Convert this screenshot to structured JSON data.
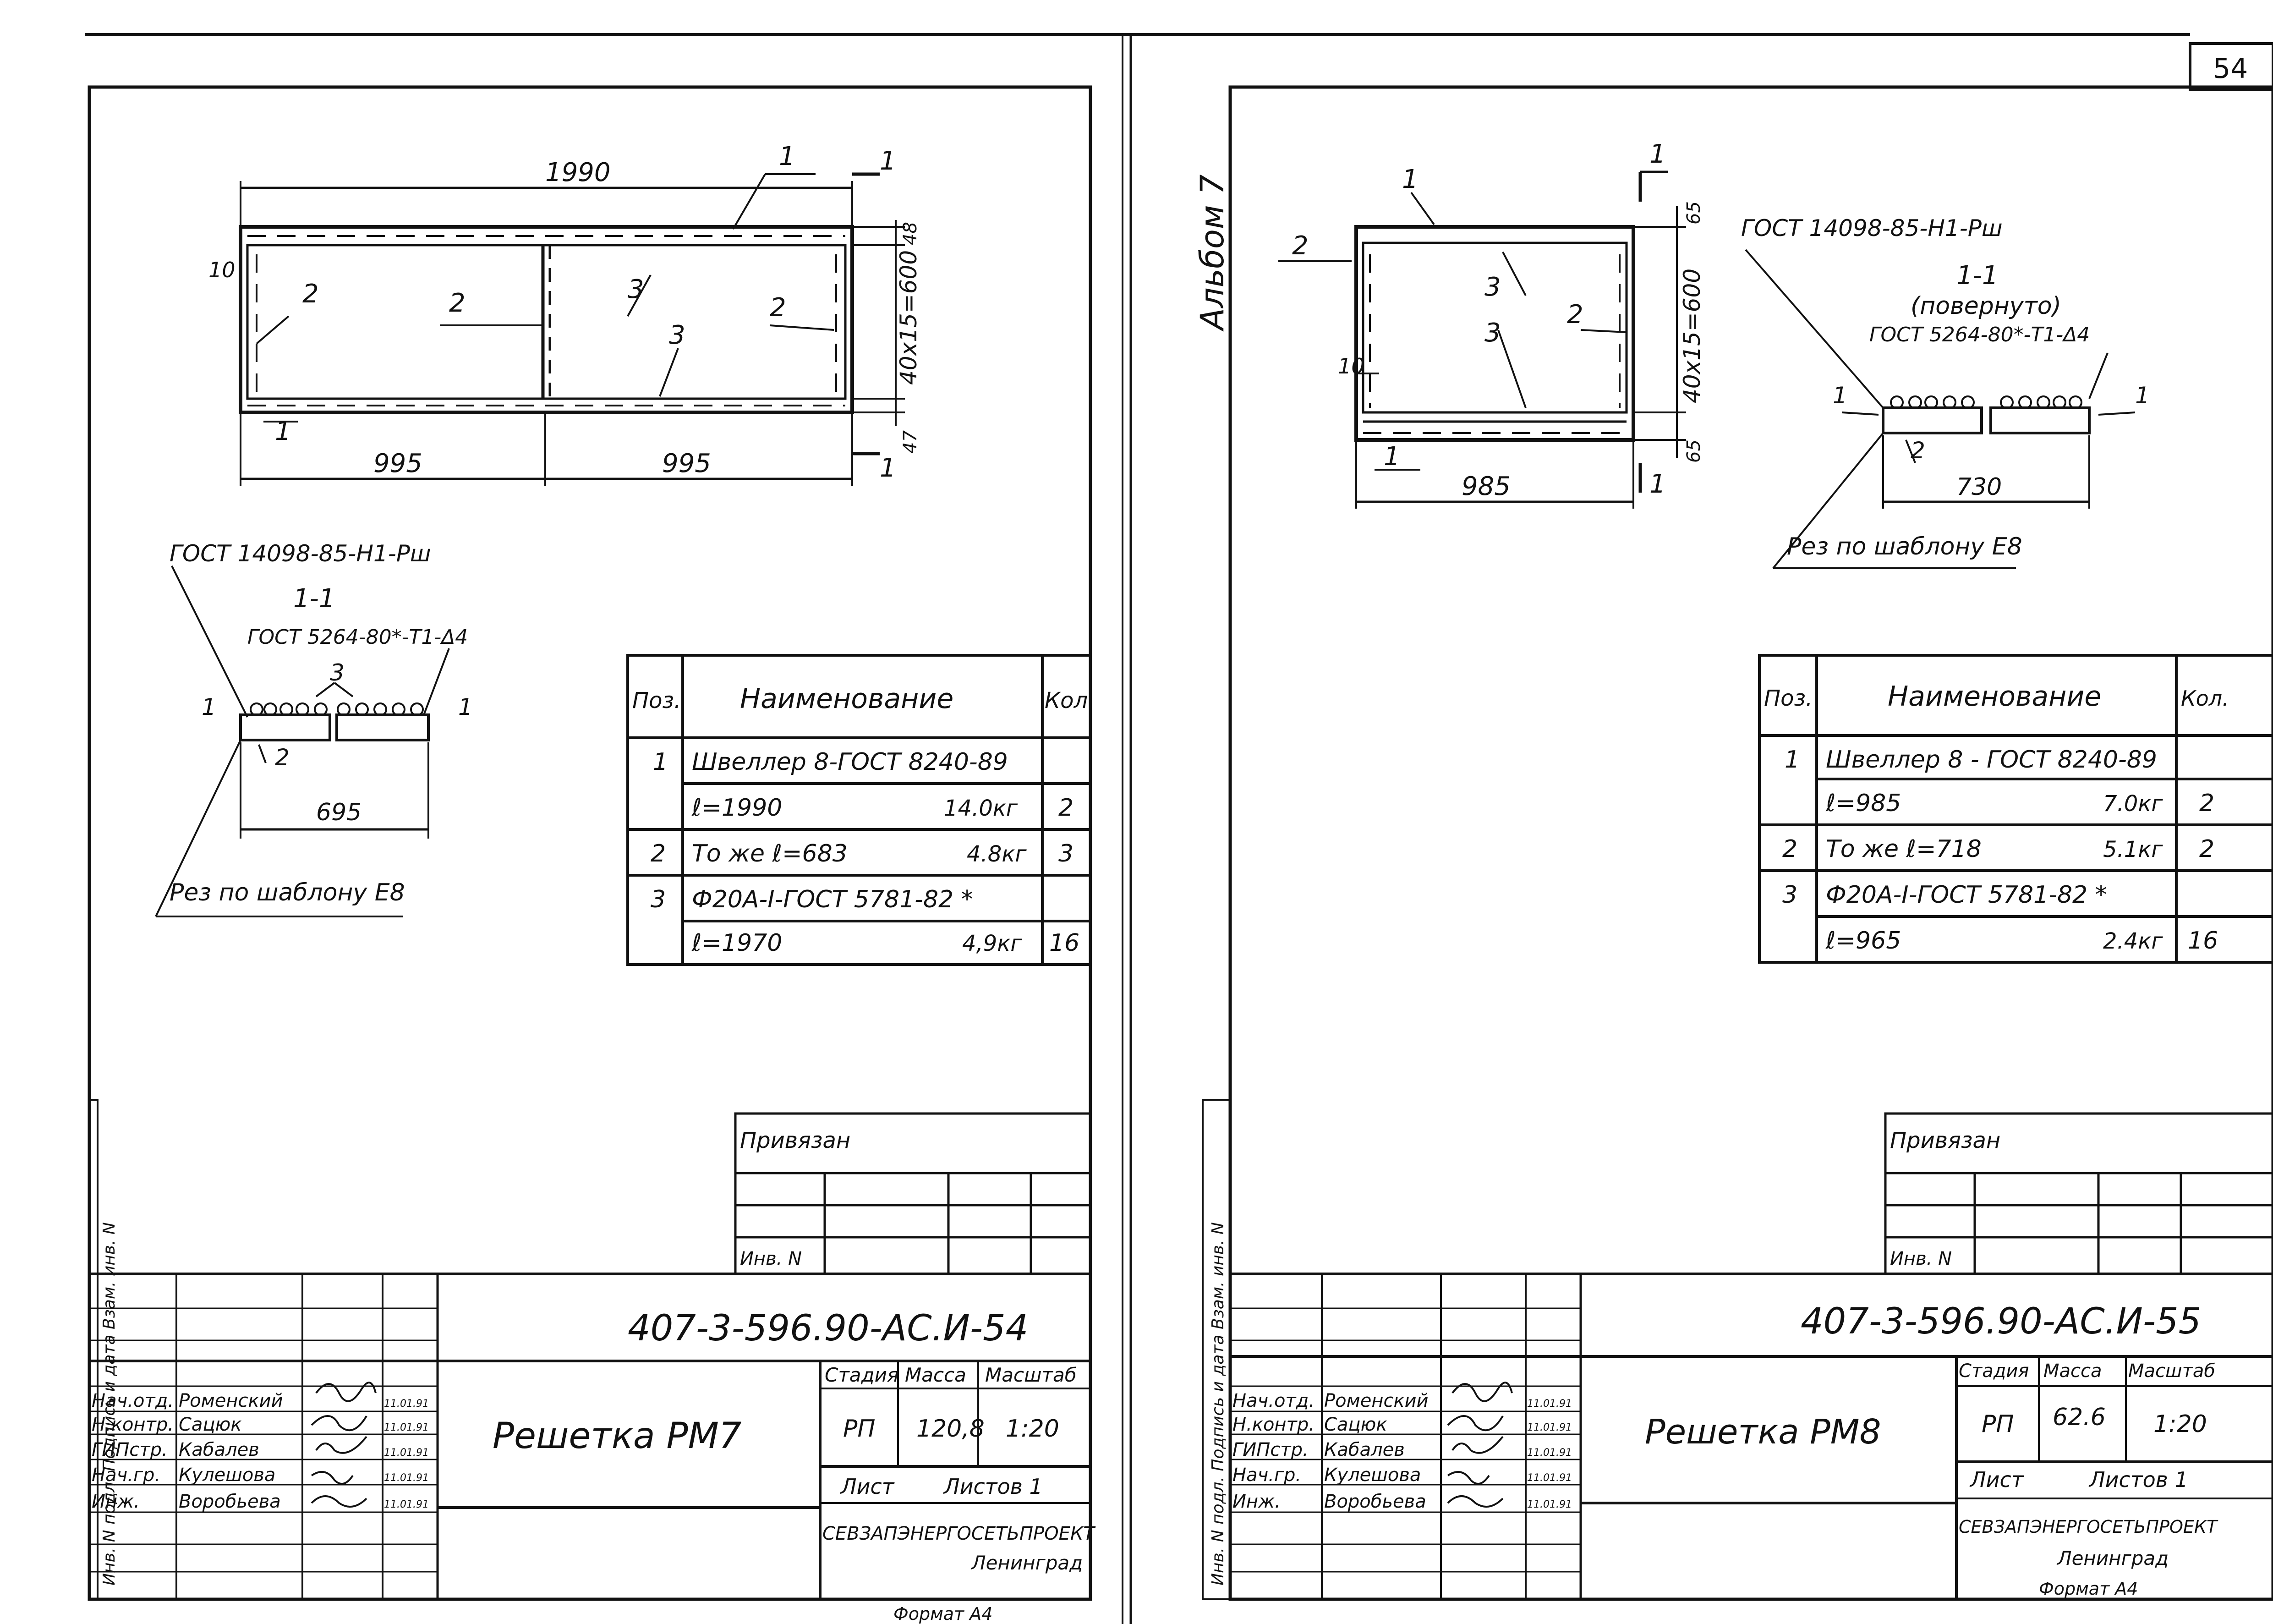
{
  "page_number": "54",
  "album": "Альбом 7",
  "left_drawing": {
    "dims": {
      "overall": "1990",
      "bay_left": "995",
      "bay_right": "995",
      "height": "40x15=600",
      "top_offset": "48",
      "bottom_offset": "47",
      "end_gap": "10"
    },
    "callouts": {
      "pos1": "1",
      "pos2": "2",
      "pos3": "3"
    },
    "section_mark": "1",
    "section": {
      "weld_spec": "ГОСТ 14098-85-Н1-Рш",
      "title": "1-1",
      "weld_spec2": "ГОСТ 5264-80*-Т1-Δ4",
      "pos1": "1",
      "pos2": "2",
      "pos3": "3",
      "width": "695",
      "cut_note": "Рез по шаблону Е8"
    },
    "spec_table": {
      "headers": {
        "pos": "Поз.",
        "name": "Наименование",
        "qty": "Кол"
      },
      "rows": [
        {
          "pos": "1",
          "name": "Швеллер 8-ГОСТ 8240-89",
          "mass": "",
          "qty": ""
        },
        {
          "pos": "",
          "name": "ℓ=1990",
          "mass": "14.0кг",
          "qty": "2"
        },
        {
          "pos": "2",
          "name": "То же  ℓ=683",
          "mass": "4.8кг",
          "qty": "3"
        },
        {
          "pos": "3",
          "name": "Ф20А-I-ГОСТ 5781-82 *",
          "mass": "",
          "qty": ""
        },
        {
          "pos": "",
          "name": "ℓ=1970",
          "mass": "4,9кг",
          "qty": "16"
        }
      ]
    },
    "privyazan": {
      "label": "Привязан",
      "inv": "Инв. N"
    },
    "title_block": {
      "code": "407-3-596.90-АС.И-54",
      "title": "Решетка РМ7",
      "stage_label": "Стадия",
      "mass_label": "Масса",
      "scale_label": "Масштаб",
      "stage": "РП",
      "mass": "120,8",
      "scale": "1:20",
      "sheet_label": "Лист",
      "sheets_label": "Листов 1",
      "org": "СЕВЗАПЭНЕРГОСЕТЬПРОЕКТ",
      "city": "Ленинград",
      "format": "Формат А4",
      "staff": [
        {
          "role": "Нач.отд.",
          "name": "Роменский",
          "date": "11.01.91"
        },
        {
          "role": "Н.контр.",
          "name": "Сацюк",
          "date": "11.01.91"
        },
        {
          "role": "ГИПстр.",
          "name": "Кабалев",
          "date": "11.01.91"
        },
        {
          "role": "Нач.гр.",
          "name": "Кулешова",
          "date": "11.01.91"
        },
        {
          "role": "Инж.",
          "name": "Воробьева",
          "date": "11.01.91"
        }
      ]
    },
    "side_stamp": "Инв. N подл.   Подпись и дата   Взам. инв. N"
  },
  "right_drawing": {
    "dims": {
      "overall": "985",
      "height": "40x15=600",
      "top_offset": "65",
      "bottom_offset": "65",
      "end_gap": "10"
    },
    "callouts": {
      "pos1": "1",
      "pos2": "2",
      "pos3": "3"
    },
    "section_mark": "1",
    "section": {
      "weld_spec": "ГОСТ 14098-85-Н1-Рш",
      "title": "1-1",
      "subtitle": "(повернуто)",
      "weld_spec2": "ГОСТ 5264-80*-Т1-Δ4",
      "pos1": "1",
      "pos2": "2",
      "width": "730",
      "cut_note": "Рез по шаблону Е8"
    },
    "spec_table": {
      "headers": {
        "pos": "Поз.",
        "name": "Наименование",
        "qty": "Кол."
      },
      "rows": [
        {
          "pos": "1",
          "name": "Швеллер 8 - ГОСТ 8240-89",
          "mass": "",
          "qty": ""
        },
        {
          "pos": "",
          "name": "ℓ=985",
          "mass": "7.0кг",
          "qty": "2"
        },
        {
          "pos": "2",
          "name": "То же  ℓ=718",
          "mass": "5.1кг",
          "qty": "2"
        },
        {
          "pos": "3",
          "name": "Ф20А-I-ГОСТ 5781-82 *",
          "mass": "",
          "qty": ""
        },
        {
          "pos": "",
          "name": "ℓ=965",
          "mass": "2.4кг",
          "qty": "16"
        }
      ]
    },
    "privyazan": {
      "label": "Привязан",
      "inv": "Инв. N"
    },
    "title_block": {
      "code": "407-3-596.90-АС.И-55",
      "title": "Решетка РМ8",
      "stage_label": "Стадия",
      "mass_label": "Масса",
      "scale_label": "Масштаб",
      "stage": "РП",
      "mass": "62.6",
      "scale": "1:20",
      "sheet_label": "Лист",
      "sheets_label": "Листов 1",
      "org": "СЕВЗАПЭНЕРГОСЕТЬПРОЕКТ",
      "city": "Ленинград",
      "format": "Формат А4",
      "staff": [
        {
          "role": "Нач.отд.",
          "name": "Роменский",
          "date": "11.01.91"
        },
        {
          "role": "Н.контр.",
          "name": "Сацюк",
          "date": "11.01.91"
        },
        {
          "role": "ГИПстр.",
          "name": "Кабалев",
          "date": "11.01.91"
        },
        {
          "role": "Нач.гр.",
          "name": "Кулешова",
          "date": "11.01.91"
        },
        {
          "role": "Инж.",
          "name": "Воробьева",
          "date": "11.01.91"
        }
      ]
    },
    "side_stamp": "Инв. N подл.   Подпись и дата   Взам. инв. N"
  }
}
